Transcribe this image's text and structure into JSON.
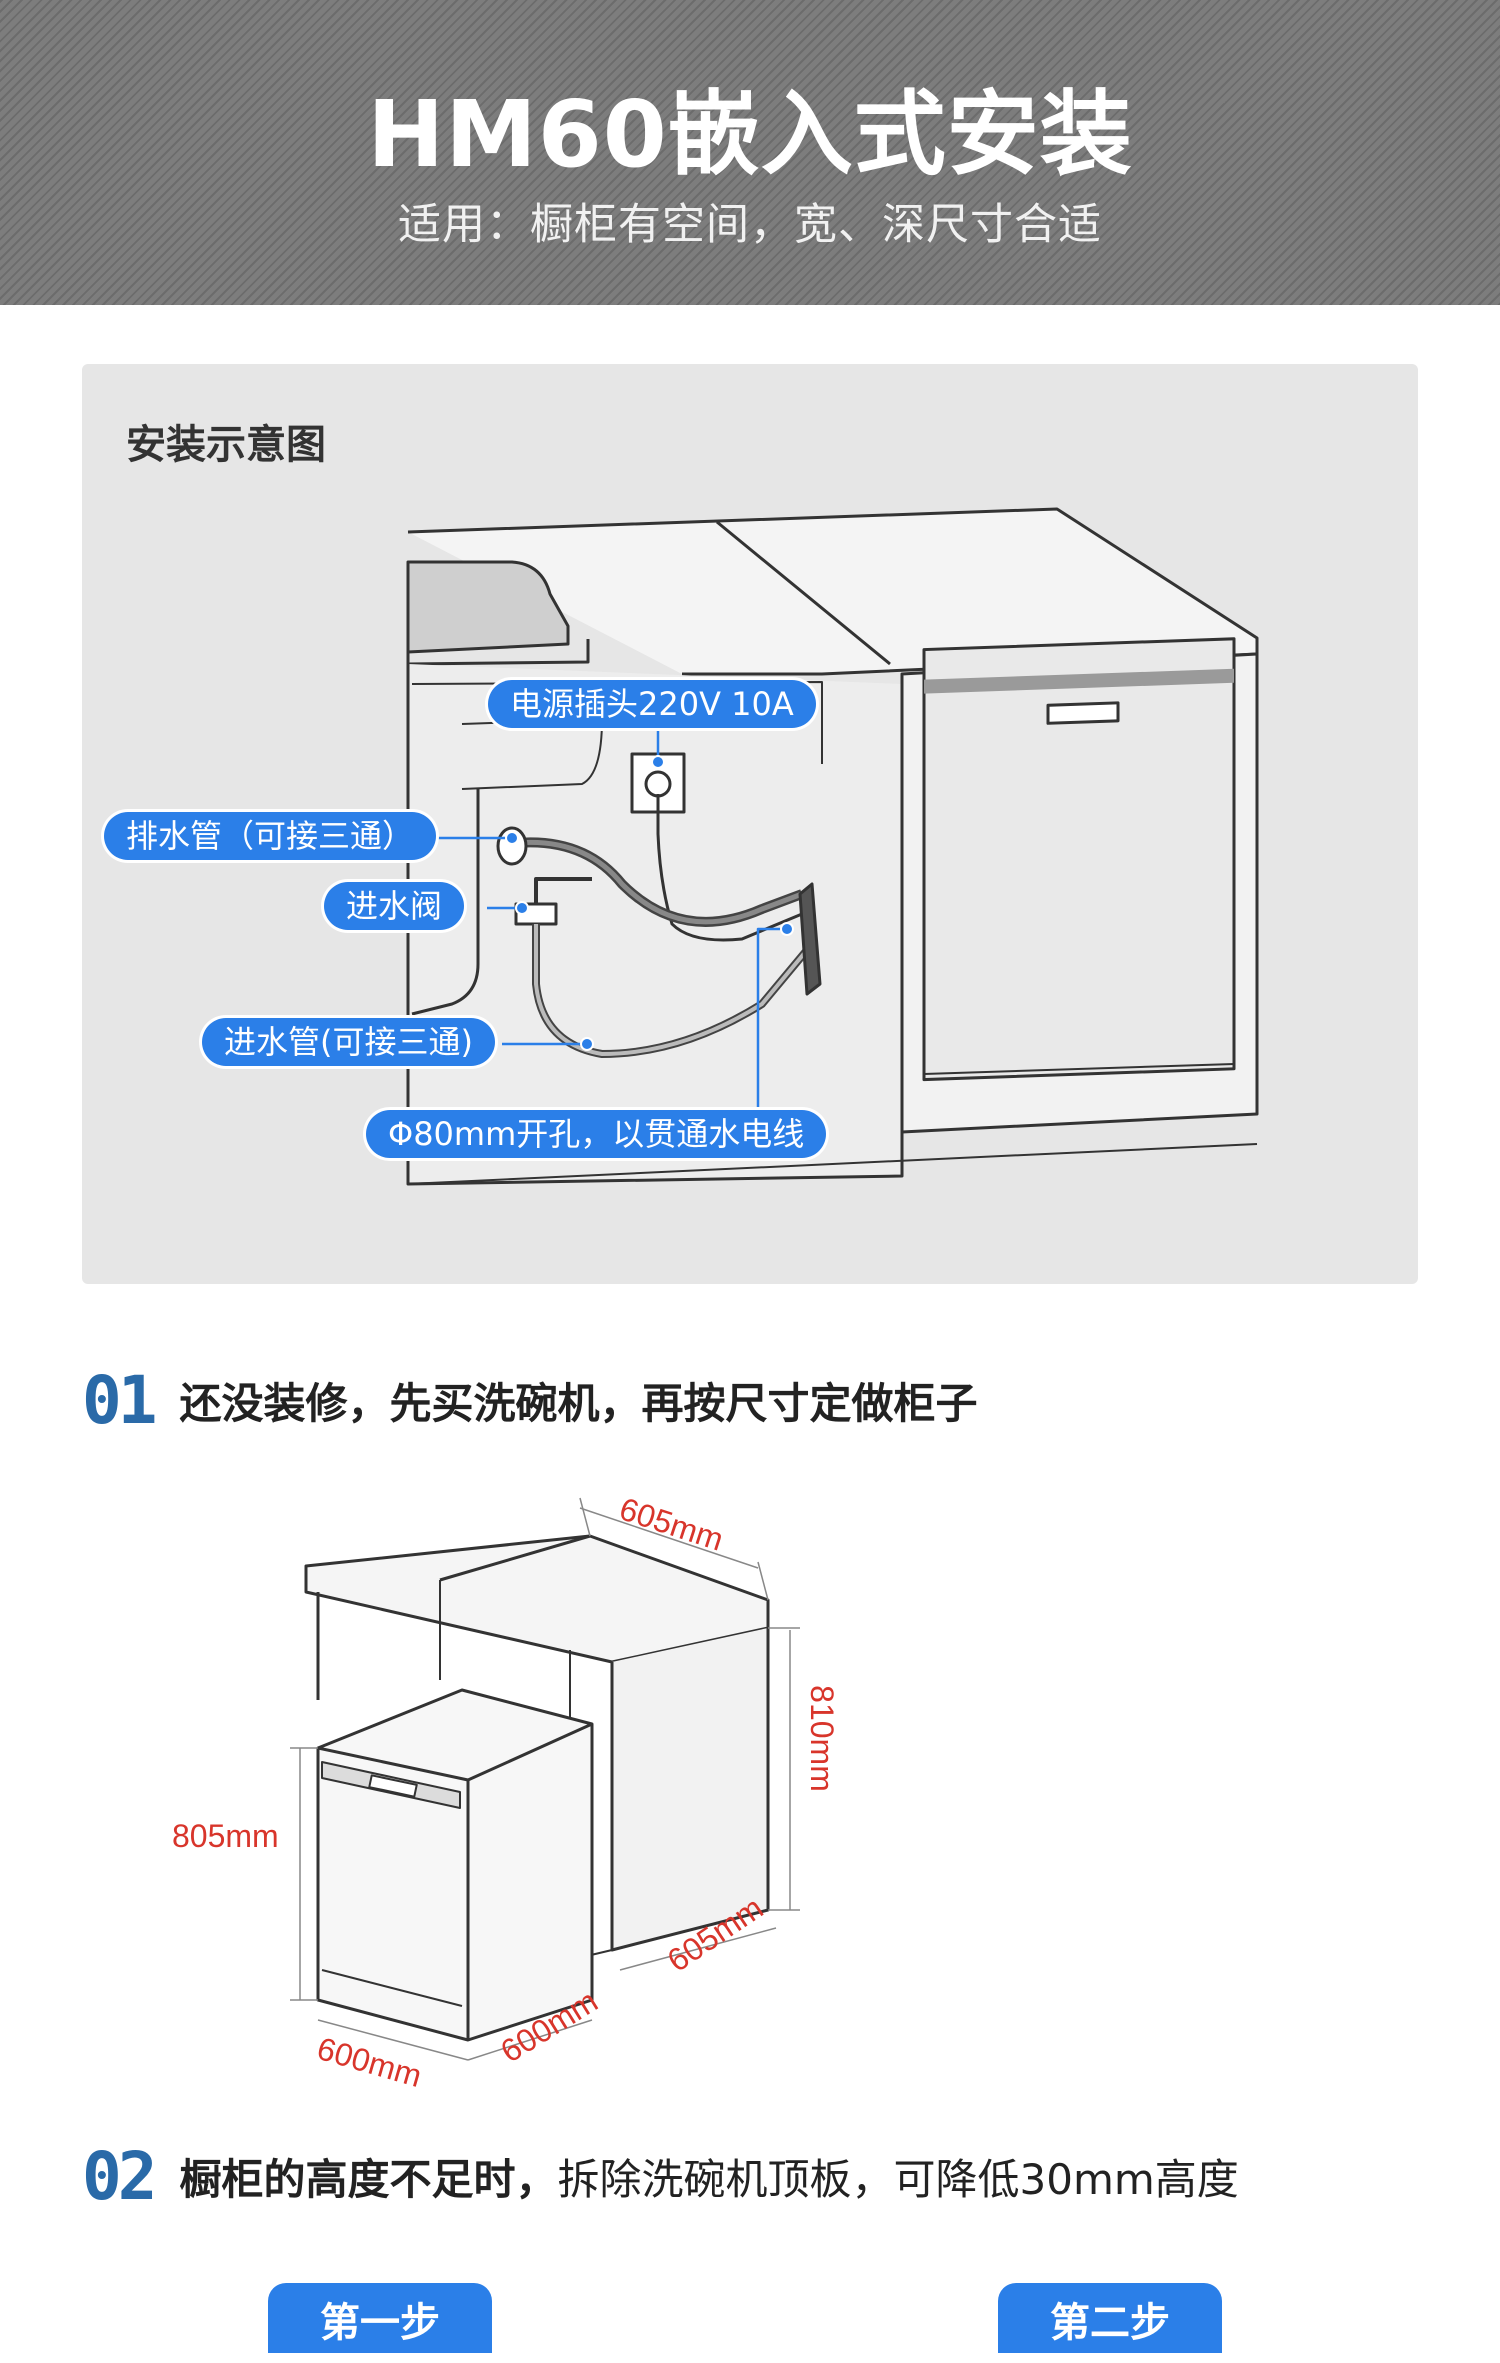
{
  "header": {
    "title": "HM60嵌入式安装",
    "subtitle": "适用：橱柜有空间，宽、深尺寸合适"
  },
  "diagram": {
    "title": "安装示意图",
    "labels": {
      "power": "电源插头220V 10A",
      "drain": "排水管（可接三通）",
      "valve": "进水阀",
      "inlet": "进水管(可接三通)",
      "hole": "Φ80mm开孔，以贯通水电线"
    }
  },
  "step1": {
    "number": "01",
    "text": "还没装修，先买洗碗机，再按尺寸定做柜子"
  },
  "dimensions": {
    "cabinet_depth_top": "605mm",
    "cabinet_height": "810mm",
    "cabinet_depth_bottom": "605mm",
    "machine_height": "805mm",
    "machine_width": "600mm",
    "machine_depth": "600mm"
  },
  "step2": {
    "number": "02",
    "bold_text": "橱柜的高度不足时，",
    "text": "拆除洗碗机顶板，可降低30mm高度"
  },
  "step_buttons": [
    "第一步",
    "第二步"
  ],
  "colors": {
    "accent_blue": "#2b7fe8",
    "step_number": "#2a6aa8",
    "dimension_red": "#d8352b",
    "panel_bg": "#e6e6e6"
  }
}
